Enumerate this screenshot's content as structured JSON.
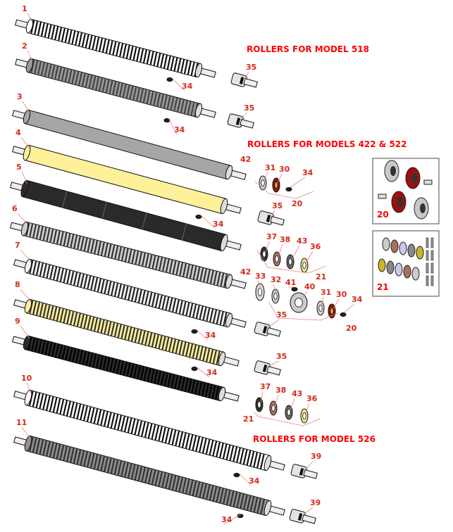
{
  "titles": {
    "model_518": "ROLLERS FOR MODEL 518",
    "models_422_522": "ROLLERS FOR MODELS 422 & 522",
    "model_526": "ROLLERS FOR MODEL 526"
  },
  "rollers": [
    {
      "label": "1",
      "style": "ribbed",
      "body": "#ffffff",
      "rib": "#111111"
    },
    {
      "label": "2",
      "style": "ribbed",
      "body": "#999999",
      "rib": "#444444"
    },
    {
      "label": "3",
      "style": "smooth",
      "body": "#a6a6a6",
      "rib": "#555555"
    },
    {
      "label": "4",
      "style": "smooth",
      "body": "#fff09a",
      "rib": "#555555"
    },
    {
      "label": "5",
      "style": "segmented",
      "body": "#2a2a2a",
      "rib": "#000000"
    },
    {
      "label": "6",
      "style": "ribbed",
      "body": "#cfcfcf",
      "rib": "#333333"
    },
    {
      "label": "7",
      "style": "ribbed",
      "body": "#f4f4f4",
      "rib": "#222222"
    },
    {
      "label": "8",
      "style": "ribbed",
      "body": "#fff09a",
      "rib": "#333333"
    },
    {
      "label": "9",
      "style": "ribbed",
      "body": "#2b2b2b",
      "rib": "#000000"
    },
    {
      "label": "10",
      "style": "ribbed",
      "body": "#ffffff",
      "rib": "#111111"
    },
    {
      "label": "11",
      "style": "ribbed",
      "body": "#8f8f8f",
      "rib": "#333333"
    }
  ],
  "callouts": [
    "34",
    "34",
    "34",
    "34",
    "34",
    "34",
    "34",
    "35",
    "35",
    "35",
    "35",
    "35",
    "42",
    "42",
    "31",
    "30",
    "34",
    "20",
    "37",
    "38",
    "43",
    "36",
    "21",
    "33",
    "32",
    "41",
    "40",
    "31",
    "30",
    "34",
    "20",
    "37",
    "38",
    "43",
    "36",
    "21",
    "39",
    "39"
  ],
  "kit_boxes": [
    {
      "label": "20",
      "colors": [
        "#c8c8c8",
        "#9b1010",
        "#c9b52a"
      ]
    },
    {
      "label": "21",
      "colors": [
        "#c8c8c8",
        "#a87060",
        "#c8cce8",
        "#c9b52a"
      ]
    }
  ]
}
